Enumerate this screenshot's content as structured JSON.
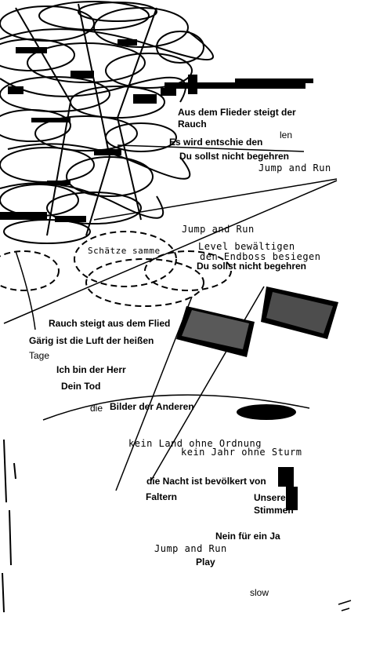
{
  "lines": {
    "l1": "Aus dem Flieder steigt der",
    "l2": "Rauch",
    "l3": "len",
    "l4": "Es wird entschie den",
    "l5": "Du sollst nicht begehren",
    "l6": "Jump and Run",
    "l7": "Jump and Run",
    "l8": "Schätze samme",
    "l9": "Level bewältigen",
    "l10": "den Endboss besiegen",
    "l11": "Du sollst nicht begehren",
    "l12": "Rauch steigt aus dem Flied",
    "l13": "Gärig ist die Luft der heißen",
    "l14": "Tage",
    "l15": "Ich bin der Herr",
    "l16": "Dein Tod",
    "l17": "die",
    "l18": "Bilder der Anderen",
    "l19": "kein Land ohne Ordnung",
    "l20": "kein Jahr ohne Sturm",
    "l21": "die Nacht ist bevölkert von",
    "l22": "Faltern",
    "l23": "Unsere",
    "l24": "Stimmen",
    "l25": "Nein für ein Ja",
    "l26": "Jump and Run",
    "l27": "Play",
    "l28": "slow"
  }
}
